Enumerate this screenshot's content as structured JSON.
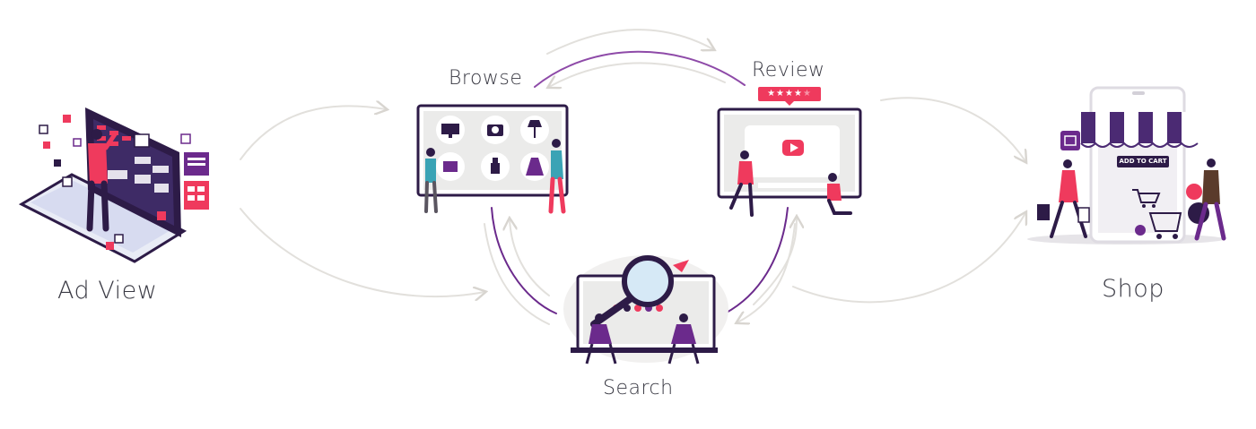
{
  "stages": {
    "ad_view": "Ad View",
    "browse": "Browse",
    "review": "Review",
    "search": "Search",
    "shop": "Shop"
  },
  "shop_badge": "ADD TO CART",
  "review_rating": {
    "filled": 4,
    "total": 5
  },
  "colors": {
    "accent": "#6b2a8c",
    "dark": "#2d1b47",
    "pink": "#ef3a5d",
    "connector": "#e2e0dc",
    "text": "#3a3a44"
  },
  "icons": [
    "monitor-icon",
    "camera-icon",
    "lamp-icon",
    "bag-icon",
    "bottle-icon",
    "dress-icon",
    "play-icon",
    "gift-icon",
    "cart-icon",
    "magnifier-icon",
    "paper-plane-icon"
  ]
}
